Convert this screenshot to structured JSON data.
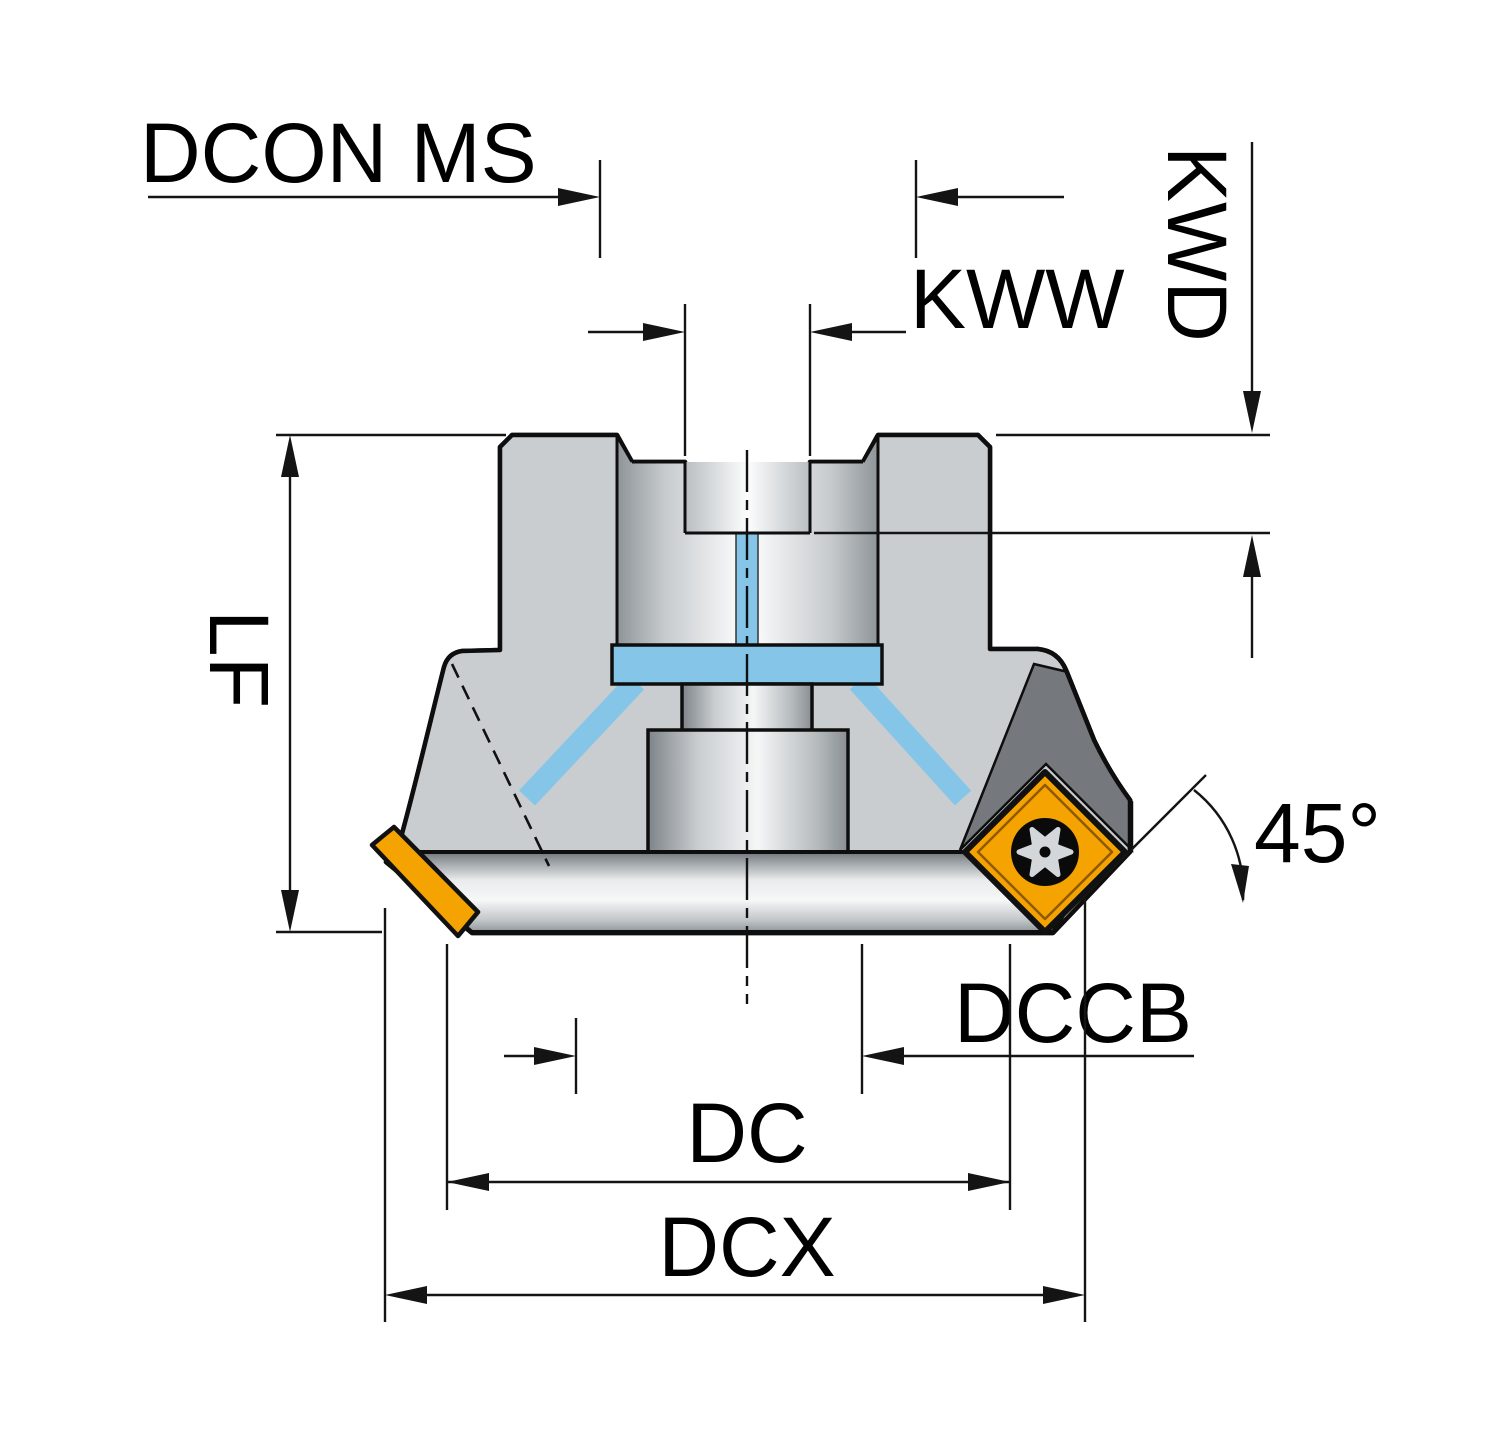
{
  "drawing": {
    "title": "45-degree face milling cutter cross-section with dimension parameters",
    "labels": {
      "dcon_ms": "DCON MS",
      "kww": "KWW",
      "kwd": "KWD",
      "lf": "LF",
      "dccb": "DCCB",
      "dc": "DC",
      "dcx": "DCX",
      "angle": "45°"
    },
    "colors": {
      "body_gray": "#cacdd0",
      "pocket_gray": "#75797e",
      "insert_orange": "#f5a300",
      "coolant_blue": "#84c5e8",
      "line_black": "#111111",
      "torx_silver": "#d4d7d9"
    },
    "icons": {
      "screw": "torx-screw-icon"
    }
  }
}
